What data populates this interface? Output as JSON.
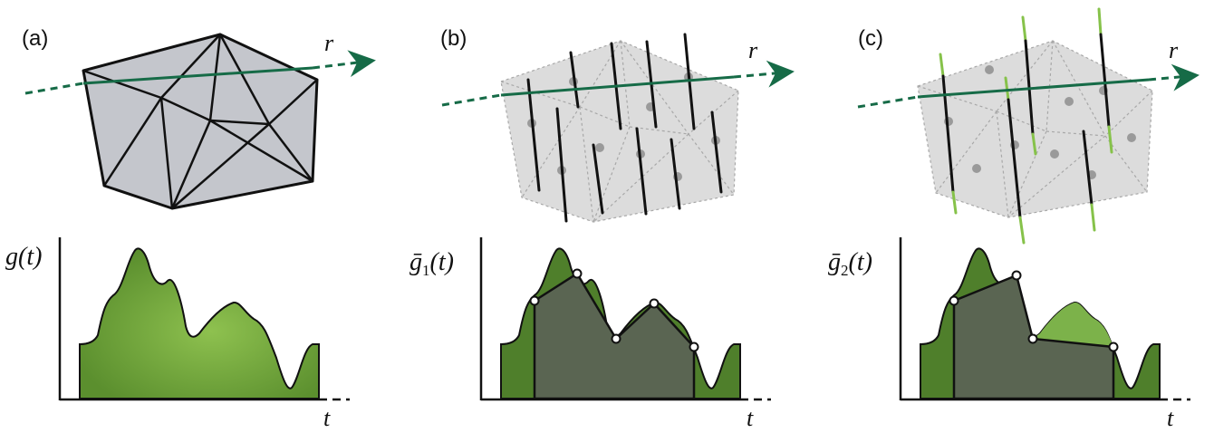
{
  "panels": [
    {
      "label": "(a)",
      "ray": "r",
      "ylabel_text": "g(t)",
      "ylabel_sub": "",
      "ylabel_rest": "",
      "xlabel": "t"
    },
    {
      "label": "(b)",
      "ray": "r",
      "ylabel_text": "ḡ",
      "ylabel_sub": "1",
      "ylabel_rest": "(t)",
      "xlabel": "t"
    },
    {
      "label": "(c)",
      "ray": "r",
      "ylabel_text": "ḡ",
      "ylabel_sub": "2",
      "ylabel_rest": "(t)",
      "xlabel": "t"
    }
  ],
  "colors": {
    "ray": "#166b47",
    "mesh_fill": "#c4c6cc",
    "mesh_ghost": "#dcdcdc",
    "signal_green": "#6fa83a",
    "signal_dark_green": "#4f7f2b",
    "approx_fill": "#5a6552",
    "sample_light": "#86c24a",
    "sample_dark": "#111111"
  }
}
